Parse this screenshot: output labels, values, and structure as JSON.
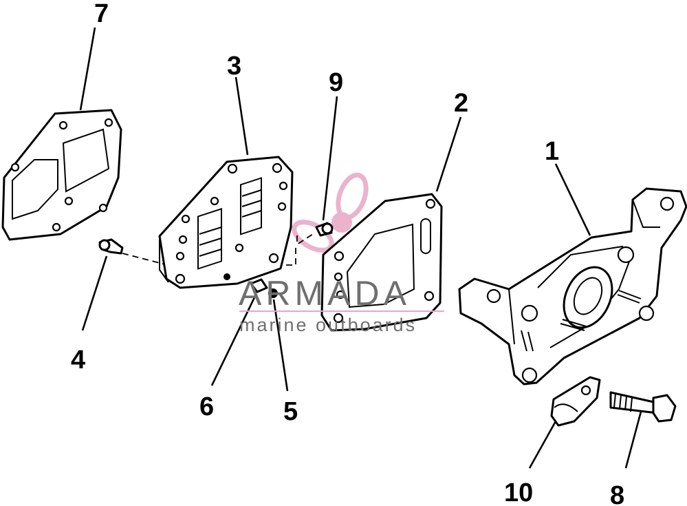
{
  "callouts": {
    "c1": "1",
    "c2": "2",
    "c3": "3",
    "c4": "4",
    "c5": "5",
    "c6": "6",
    "c7": "7",
    "c8": "8",
    "c9": "9",
    "c10": "10"
  },
  "watermark": {
    "title": "ARMADA",
    "subtitle": "marine outboards",
    "logo_icon": "propeller-icon",
    "logo_color": "#e8a6c4"
  }
}
